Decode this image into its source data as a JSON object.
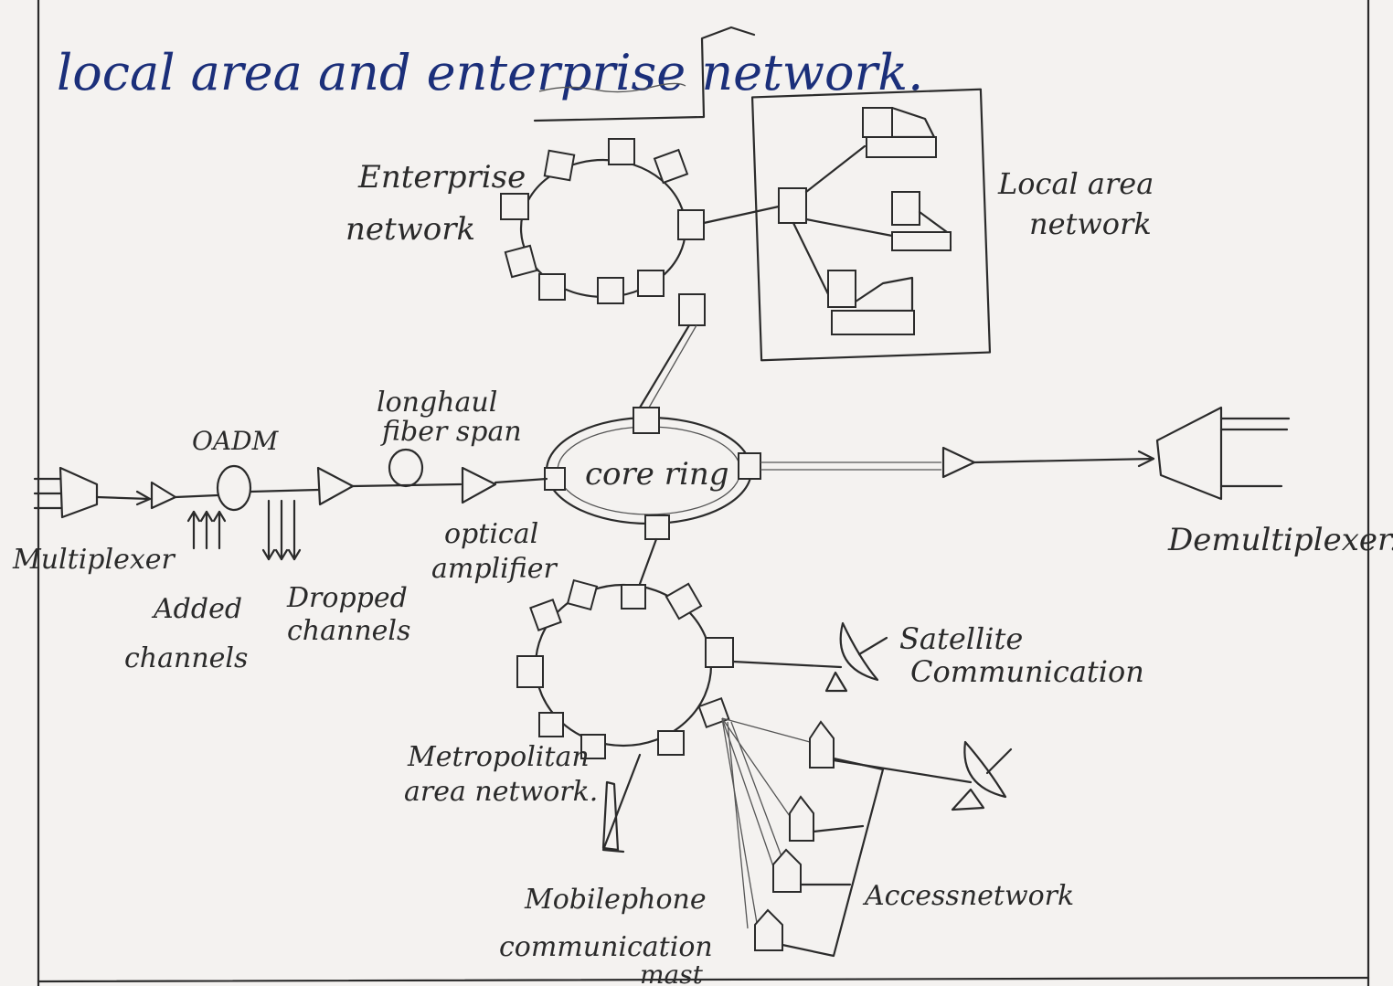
{
  "intro": {
    "line2": "local area and enterprise network."
  },
  "labels": {
    "enterprise_network": [
      "Enterprise",
      "network"
    ],
    "local_area_network": [
      "Local area",
      "network"
    ],
    "longhaul": [
      "longhaul",
      "fiber span"
    ],
    "oadm": "OADM",
    "core_ring": "core ring",
    "multiplexer": "Multiplexer",
    "demultiplexer": "Demultiplexer.",
    "optical_amplifier": [
      "optical",
      "amplifier"
    ],
    "added_channels": [
      "Added",
      "channels"
    ],
    "dropped_channels": [
      "Dropped",
      "channels"
    ],
    "satellite": [
      "Satellite",
      "Communication"
    ],
    "metropolitan": [
      "Metropolitan",
      "area network."
    ],
    "access_network": "Accessnetwork",
    "mobile_mast": [
      "Mobilephone",
      "communication",
      "mast"
    ]
  }
}
